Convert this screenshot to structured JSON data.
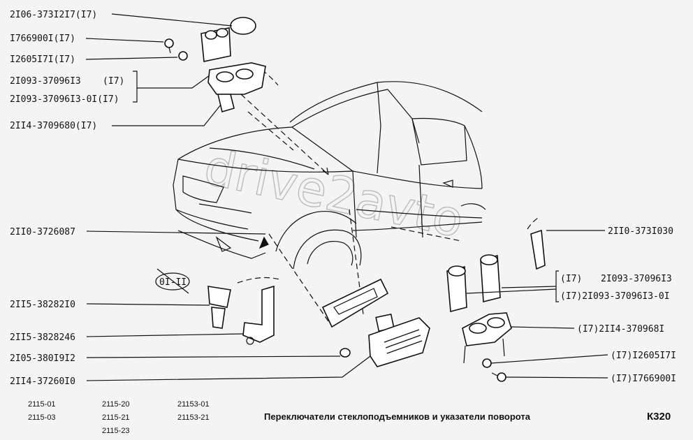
{
  "labels": {
    "p_2106_3731217": "2I06-373I2I7(I7)",
    "p_1766900_top": "I766900I(I7)",
    "p_1260517_top": "I2605I7I(I7)",
    "p_21093_a": "2I093-37096I3    (I7)",
    "p_21093_b": "2I093-37096I3-0I(I7)",
    "p_2114_3709680": "2II4-3709680(I7)",
    "p_2110_3726087": "2II0-3726087",
    "p_2115_38282i0": "2II5-38282I0",
    "p_2115_3828246": "2II5-3828246",
    "p_2105_38019i2": "2I05-380I9I2",
    "p_2114_37260i0": "2II4-37260I0",
    "p_2110_373i030": "2II0-373I030",
    "r_21093_a_pre": "(I7)",
    "r_21093_a": "2I093-37096I3",
    "r_21093_b": "(I7)2I093-37096I3-0I",
    "r_2114_370968i": "(I7)2II4-370968I",
    "r_1260517": "(I7)I2605I7I",
    "r_1766900": "(I7)I766900I",
    "crossed_note": "0I-II"
  },
  "models": {
    "col1": [
      "2115-01",
      "2115-03"
    ],
    "col2": [
      "2115-20",
      "2115-21",
      "2115-23"
    ],
    "col3": [
      "21153-01",
      "21153-21"
    ]
  },
  "caption": "Переключатели стеклоподъемников и указатели поворота",
  "page_code": "К320",
  "watermark": "drive2avto"
}
